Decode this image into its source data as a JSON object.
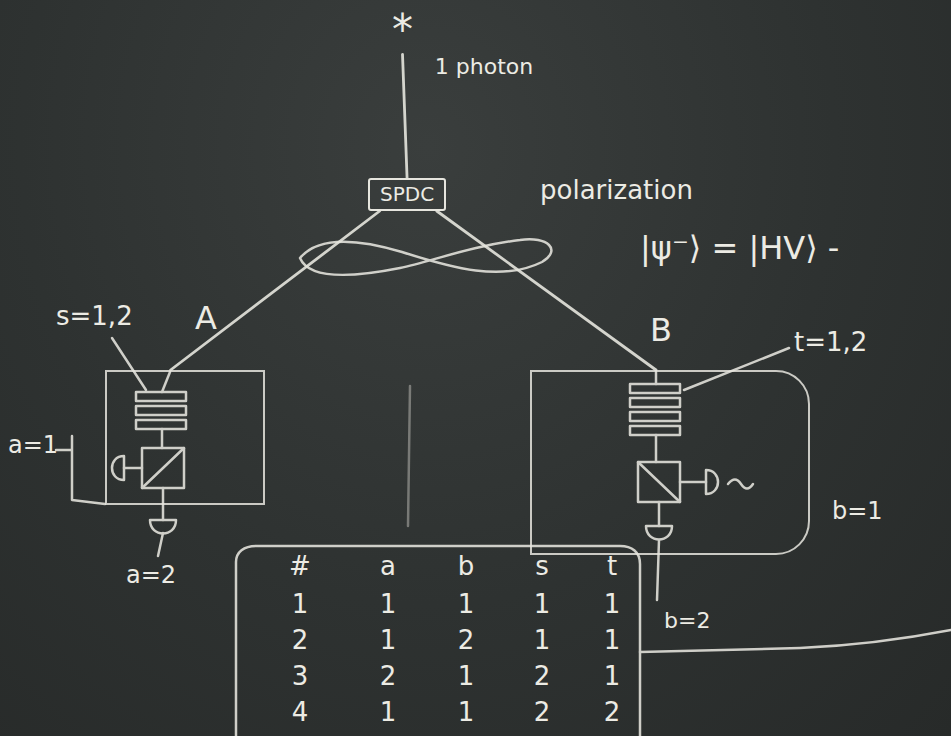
{
  "diagram": {
    "nodes": [
      {
        "text": [
          "*"
        ]
      },
      {
        "text": [
          "SPDC"
        ]
      },
      {
        "text": [
          "A"
        ]
      },
      {
        "text": [
          "B"
        ]
      }
    ],
    "edges": [
      {
        "from": 0,
        "to": 1,
        "arrow": "none",
        "label": "1 photon"
      },
      {
        "from": 1,
        "to": 2,
        "arrow": "none"
      },
      {
        "from": 1,
        "to": 3,
        "arrow": "none"
      }
    ],
    "labels": [
      "polarization",
      "|ψ⁻⟩ = |HV⟩ -",
      "s=1,2",
      "a=1",
      "a=2",
      "t=1,2",
      "b=1",
      "b=2",
      "#",
      "a",
      "b",
      "s",
      "t",
      "1",
      "1",
      "1",
      "1",
      "1",
      "2",
      "1",
      "2",
      "1",
      "1",
      "3",
      "2",
      "1",
      "2",
      "1",
      "4",
      "1",
      "1",
      "2",
      "2"
    ]
  }
}
